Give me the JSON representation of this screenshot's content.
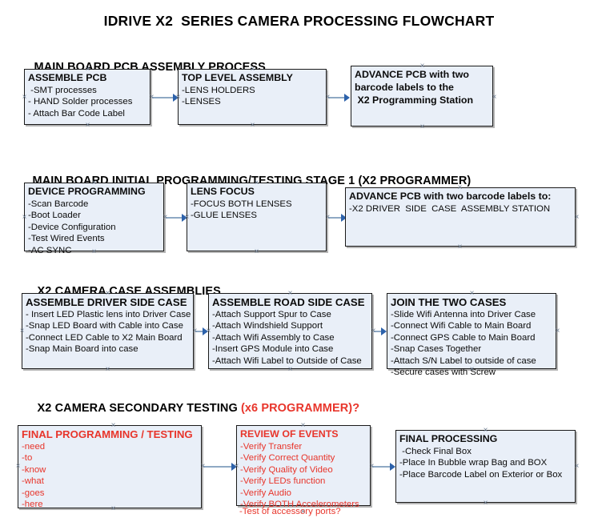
{
  "document": {
    "title": "IDRIVE X2  SERIES CAMERA PROCESSING FLOWCHART",
    "theme": {
      "box_fill": "#e9eff8",
      "box_border": "#1a1a1a",
      "text_color": "#0b0b0b",
      "accent_red": "#e8352b",
      "connector_line": "#8fa9c4",
      "connector_head": "#2d62ab",
      "background": "#ffffff"
    }
  },
  "sections": [
    {
      "id": "main-board-pcb-assembly-process",
      "heading": "MAIN BOARD PCB ASSEMBLY PROCESS",
      "heading_accent": "",
      "boxes": [
        {
          "id": "assemble-pcb",
          "title": "ASSEMBLE PCB",
          "lines": [
            " -SMT processes",
            "- HAND Solder processes",
            "- Attach Bar Code Label"
          ]
        },
        {
          "id": "top-level-assembly",
          "title": "TOP LEVEL ASSEMBLY",
          "lines": [
            "-LENS HOLDERS",
            "-LENSES"
          ]
        },
        {
          "id": "advance-pcb-to-x2-programming-station",
          "title": "ADVANCE PCB with two",
          "title_line2": "barcode labels to the",
          "title_line3": " X2 Programming Station",
          "lines": []
        }
      ]
    },
    {
      "id": "main-board-initial-programming-testing-stage-1",
      "heading": "MAIN BOARD INITIAL PROGRAMMING/TESTING STAGE 1 (X2 PROGRAMMER)",
      "heading_accent": "",
      "boxes": [
        {
          "id": "device-programming",
          "title": "DEVICE PROGRAMMING",
          "lines": [
            "-Scan Barcode",
            "-Boot Loader",
            "-Device Configuration",
            "-Test Wired Events",
            "-AC SYNC"
          ]
        },
        {
          "id": "lens-focus",
          "title": "LENS FOCUS",
          "lines": [
            "-FOCUS BOTH LENSES",
            "-GLUE LENSES"
          ]
        },
        {
          "id": "advance-pcb-to-driver-side-case-assembly-station",
          "title": "ADVANCE PCB with two barcode labels to:",
          "lines": [
            "-X2 DRIVER  SIDE  CASE  ASSEMBLY STATION"
          ]
        }
      ]
    },
    {
      "id": "x2-camera-case-assemblies",
      "heading": "X2 CAMERA CASE ASSEMBLIES",
      "heading_accent": "",
      "boxes": [
        {
          "id": "assemble-driver-side-case",
          "title": "ASSEMBLE DRIVER SIDE CASE",
          "lines": [
            "- Insert LED Plastic lens into Driver Case",
            "-Snap LED Board with Cable into Case",
            "-Connect LED Cable to X2 Main Board",
            "-Snap Main Board into case"
          ]
        },
        {
          "id": "assemble-road-side-case",
          "title": "ASSEMBLE ROAD SIDE CASE",
          "lines": [
            "-Attach Support Spur to Case",
            "-Attach Windshield Support",
            "-Attach Wifi Assembly to Case",
            "-Insert GPS Module into Case",
            "-Attach Wifi Label to Outside of Case"
          ]
        },
        {
          "id": "join-the-two-cases",
          "title": "JOIN THE TWO CASES",
          "lines": [
            "-Slide Wifi Antenna into Driver Case",
            "-Connect Wifi Cable to Main Board",
            "-Connect GPS Cable to Main Board",
            "-Snap Cases Together",
            "-Attach S/N Label to outside of case",
            "-Secure cases with Screw"
          ]
        }
      ]
    },
    {
      "id": "x2-camera-secondary-testing",
      "heading": "X2 CAMERA SECONDARY TESTING ",
      "heading_accent": "(x6 PROGRAMMER)?",
      "boxes": [
        {
          "id": "final-programming-testing",
          "title": "FINAL PROGRAMMING / TESTING",
          "lines": [
            "-need",
            "-to",
            "-know",
            "-what",
            "-goes",
            "-here"
          ]
        },
        {
          "id": "review-of-events",
          "title": "REVIEW OF EVENTS",
          "lines": [
            "-Verify Transfer",
            "-Verify Correct Quantity",
            "-Verify Quality of Video",
            "-Verify LEDs function",
            "-Verify Audio",
            "-Verify BOTH Accelerometers"
          ],
          "overflow_line": "-Test of accessory ports?"
        },
        {
          "id": "final-processing",
          "title": "FINAL PROCESSING",
          "lines": [
            " -Check Final Box",
            "-Place In Bubble wrap Bag and BOX",
            "-Place Barcode Label on Exterior or Box"
          ]
        }
      ]
    }
  ]
}
